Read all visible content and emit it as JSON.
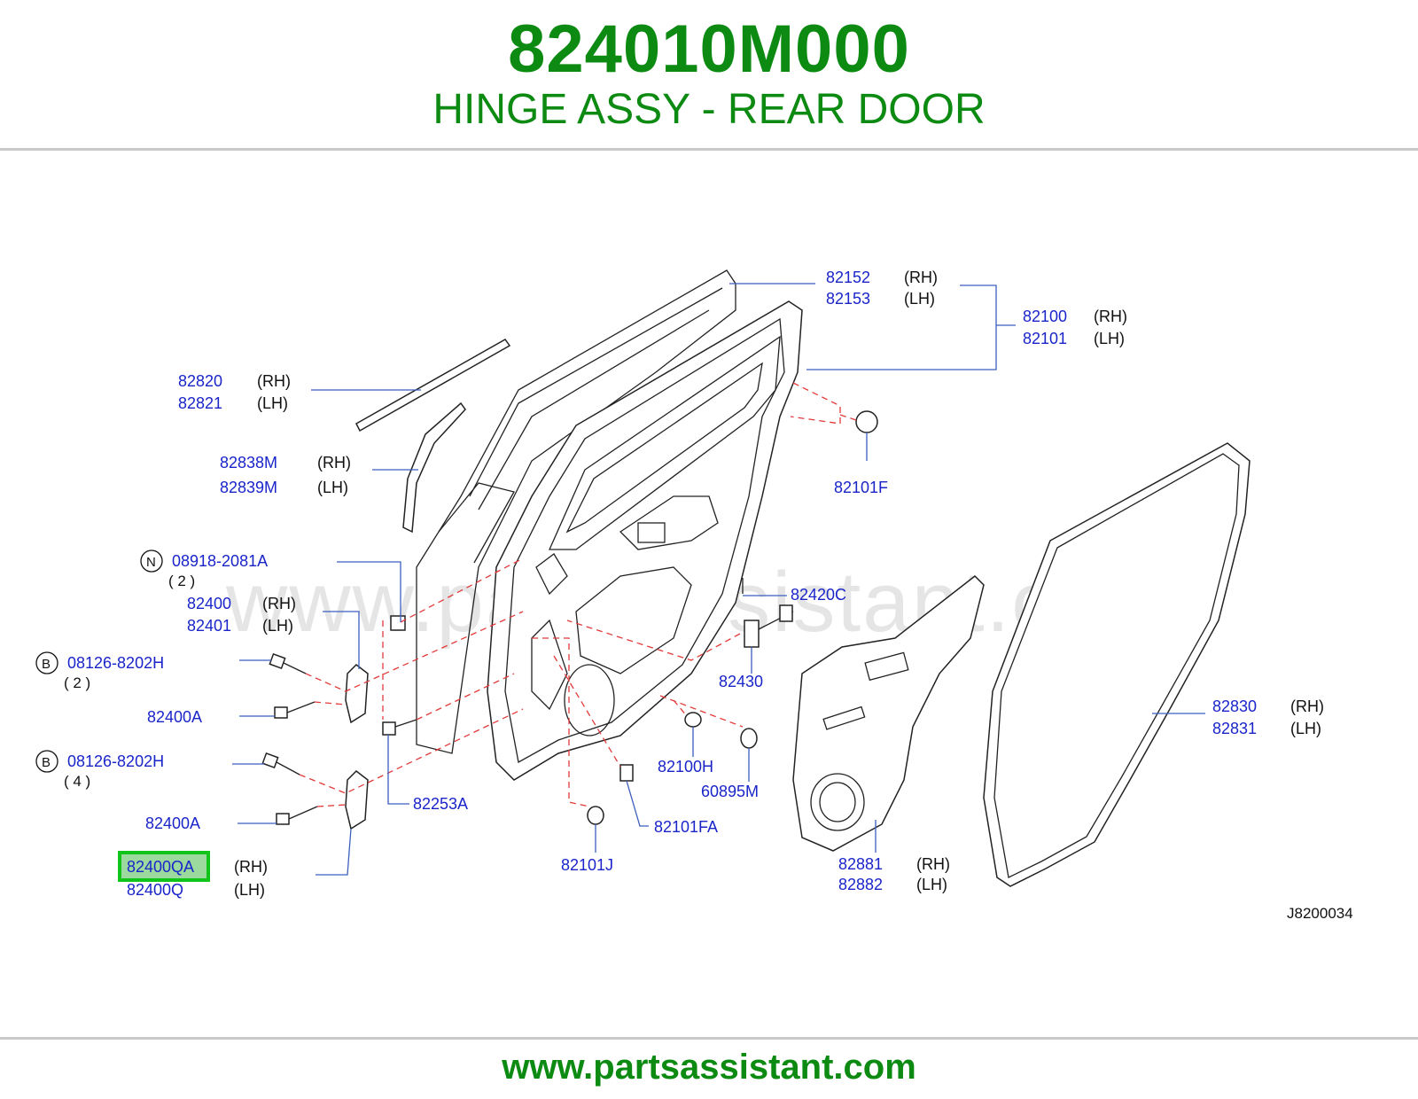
{
  "header": {
    "part_number": "824010M000",
    "description": "HINGE ASSY - REAR DOOR"
  },
  "footer": {
    "url": "www.partsassistant.com"
  },
  "diagram": {
    "watermark": "www.partsassistant.com",
    "ref_code": "J8200034",
    "highlight_color": "#10c419",
    "labels": {
      "p82152": "82152",
      "p82153": "82153",
      "p82100": "82100",
      "p82101": "82101",
      "p82820": "82820",
      "p82821": "82821",
      "p82838M": "82838M",
      "p82839M": "82839M",
      "p82101F": "82101F",
      "p08918": "08918-2081A",
      "p08918_qty": "( 2 )",
      "p08918_prefix": "N",
      "p82400": "82400",
      "p82401": "82401",
      "p82420C": "82420C",
      "p08126a": "08126-8202H",
      "p08126a_qty": "( 2 )",
      "p08126a_prefix": "B",
      "p82430": "82430",
      "p82400A_1": "82400A",
      "p82830": "82830",
      "p82831": "82831",
      "p08126b": "08126-8202H",
      "p08126b_qty": "( 4 )",
      "p08126b_prefix": "B",
      "p82100H": "82100H",
      "p60895M": "60895M",
      "p82253A": "82253A",
      "p82400A_2": "82400A",
      "p82101FA": "82101FA",
      "p82400QA": "82400QA",
      "p82400Q": "82400Q",
      "p82101J": "82101J",
      "p82881": "82881",
      "p82882": "82882"
    },
    "sides": {
      "rh": "(RH)",
      "lh": "(LH)"
    }
  }
}
